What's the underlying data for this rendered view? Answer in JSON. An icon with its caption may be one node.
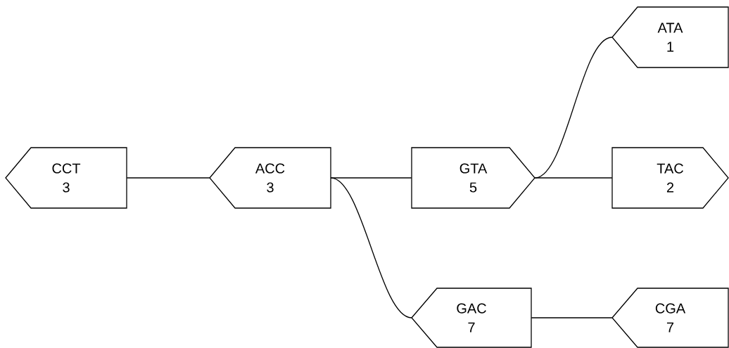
{
  "diagram": {
    "nodes": [
      {
        "text": [
          "CCT",
          "3"
        ]
      },
      {
        "text": [
          "ACC",
          "3"
        ]
      },
      {
        "text": [
          "GTA",
          "5"
        ]
      },
      {
        "text": [
          "ATA",
          "1"
        ]
      },
      {
        "text": [
          "TAC",
          "2"
        ]
      },
      {
        "text": [
          "GAC",
          "7"
        ]
      },
      {
        "text": [
          "CGA",
          "7"
        ]
      }
    ],
    "edges": [
      {
        "from": 0,
        "to": 1,
        "arrow": "none"
      },
      {
        "from": 1,
        "to": 2,
        "arrow": "none"
      },
      {
        "from": 1,
        "to": 5,
        "arrow": "none"
      },
      {
        "from": 2,
        "to": 3,
        "arrow": "none"
      },
      {
        "from": 2,
        "to": 4,
        "arrow": "none"
      },
      {
        "from": 5,
        "to": 6,
        "arrow": "none"
      }
    ]
  }
}
